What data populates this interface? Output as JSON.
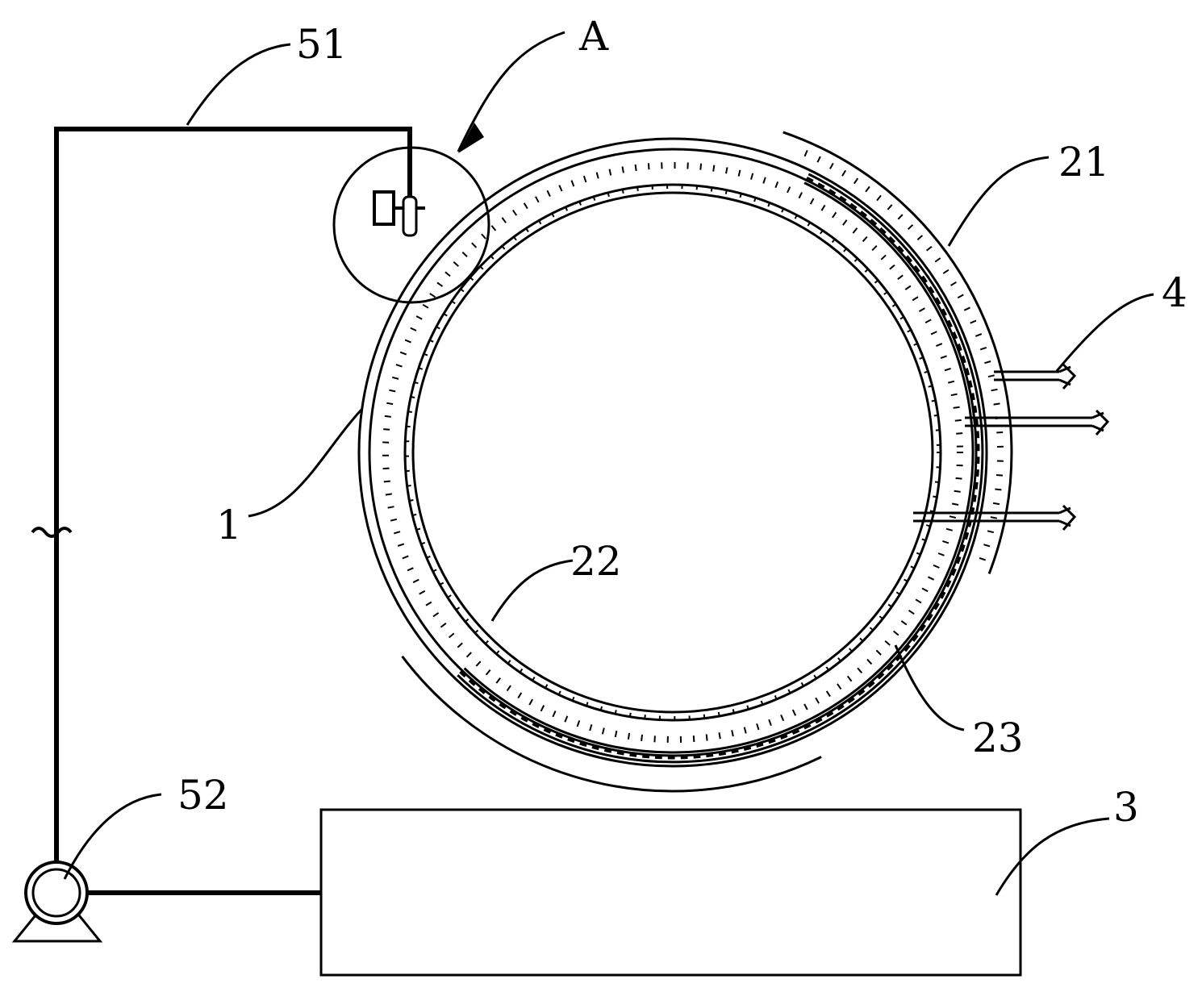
{
  "labels": {
    "l51": "51",
    "lA": "A",
    "l21": "21",
    "l4": "4",
    "l1": "1",
    "l22": "22",
    "l23": "23",
    "l52": "52",
    "l3": "3"
  },
  "colors": {
    "line": "#000000",
    "background": "#ffffff"
  }
}
